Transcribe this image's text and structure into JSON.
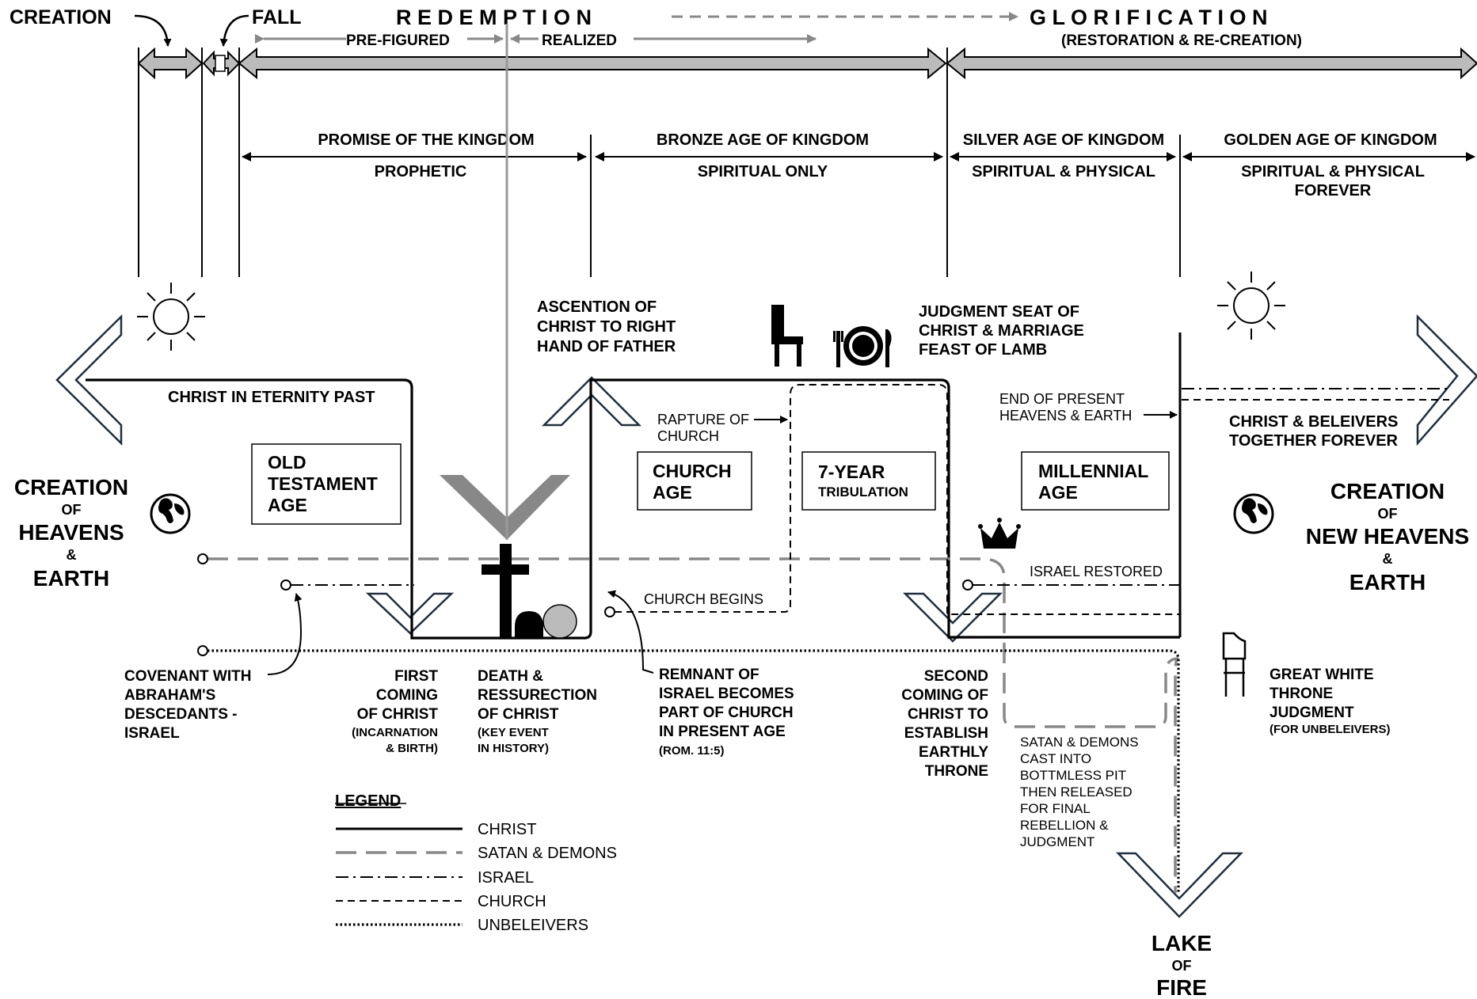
{
  "top_bar": {
    "creation": "CREATION",
    "fall": "FALL",
    "redemption": "R E D E M P T I O N",
    "glorification": "G L O R I F I C A T I O N",
    "glorification_sub": "(RESTORATION & RE-CREATION)",
    "prefigured": "PRE-FIGURED",
    "realized": "REALIZED"
  },
  "kingdom_ages": [
    {
      "title": "PROMISE OF THE  KINGDOM",
      "sub": "PROPHETIC"
    },
    {
      "title": "BRONZE AGE OF KINGDOM",
      "sub": "SPIRITUAL ONLY"
    },
    {
      "title": "SILVER AGE OF KINGDOM",
      "sub": "SPIRITUAL & PHYSICAL"
    },
    {
      "title": "GOLDEN AGE OF KINGDOM",
      "sub1": "SPIRITUAL & PHYSICAL",
      "sub2": "FOREVER"
    }
  ],
  "left_creation": {
    "l1": "CREATION",
    "l2": "OF",
    "l3": "HEAVENS",
    "l4": "&",
    "l5": "EARTH"
  },
  "right_creation": {
    "l1": "CREATION",
    "l2": "OF",
    "l3": "NEW HEAVENS",
    "l4": "&",
    "l5": "EARTH"
  },
  "lake": {
    "l1": "LAKE",
    "l2": "OF",
    "l3": "FIRE"
  },
  "ages": {
    "ot": [
      "OLD",
      "TESTAMENT",
      "AGE"
    ],
    "church": [
      "CHURCH",
      "AGE"
    ],
    "trib": [
      "7-YEAR",
      "TRIBULATION"
    ],
    "millennial": [
      "MILLENNIAL",
      "AGE"
    ]
  },
  "labels": {
    "christ_eternity": "CHRIST IN ETERNITY PAST",
    "ascension": [
      "ASCENTION OF",
      "CHRIST TO RIGHT",
      "HAND OF FATHER"
    ],
    "judgment_seat": [
      "JUDGMENT SEAT OF",
      "CHRIST & MARRIAGE",
      "FEAST OF LAMB"
    ],
    "rapture": [
      "RAPTURE OF",
      "CHURCH"
    ],
    "end_present": [
      "END OF PRESENT",
      "HEAVENS & EARTH"
    ],
    "together": [
      "CHRIST & BELEIVERS",
      "TOGETHER FOREVER"
    ],
    "israel_restored": "ISRAEL RESTORED",
    "church_begins": "CHURCH BEGINS",
    "covenant": [
      "COVENANT WITH",
      "ABRAHAM'S",
      "DESCEDANTS -",
      "ISRAEL"
    ],
    "first_coming": [
      "FIRST",
      "COMING",
      "OF CHRIST",
      "(INCARNATION",
      "& BIRTH)"
    ],
    "death": [
      "DEATH &",
      "RESSURECTION",
      "OF CHRIST",
      "(KEY EVENT",
      "IN HISTORY)"
    ],
    "remnant": [
      "REMNANT OF",
      "ISRAEL BECOMES",
      "PART OF CHURCH",
      "IN PRESENT AGE",
      "(ROM. 11:5)"
    ],
    "second_coming": [
      "SECOND",
      "COMING OF",
      "CHRIST TO",
      "ESTABLISH",
      "EARTHLY",
      "THRONE"
    ],
    "satan_pit": [
      "SATAN & DEMONS",
      "CAST INTO",
      "BOTTMLESS PIT",
      "THEN RELEASED",
      "FOR FINAL",
      "REBELLION &",
      "JUDGMENT"
    ],
    "gwt": [
      "GREAT WHITE",
      "THRONE",
      "JUDGMENT",
      "(FOR UNBELEIVERS)"
    ]
  },
  "legend": {
    "title": "LEGEND",
    "items": [
      "CHRIST",
      "SATAN & DEMONS",
      "ISRAEL",
      "CHURCH",
      "UNBELEIVERS"
    ]
  },
  "icons": [
    "sun-icon",
    "globe-icon",
    "chair-icon",
    "plate-setting-icon",
    "crown-icon",
    "cross-icon",
    "tomb-icon",
    "throne-icon"
  ]
}
